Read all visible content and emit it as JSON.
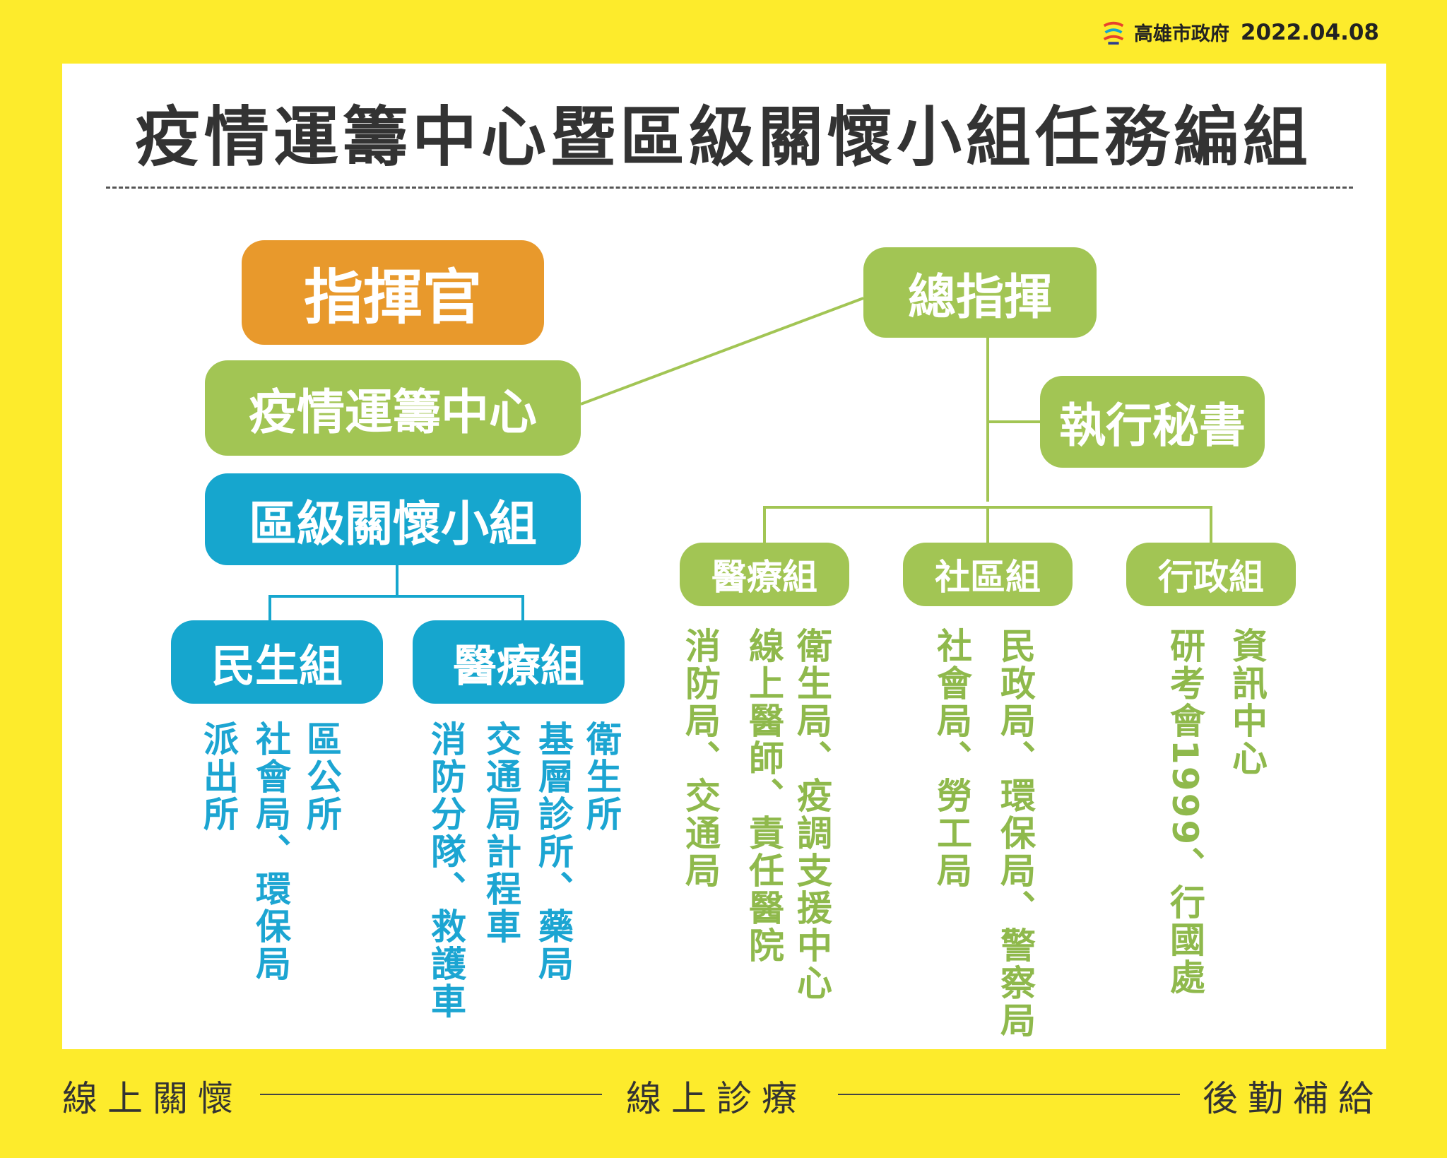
{
  "header": {
    "org": "高雄市政府",
    "date": "2022.04.08"
  },
  "title": "疫情運籌中心暨區級關懷小組任務編組",
  "left": {
    "commander": "指揮官",
    "center": "疫情運籌中心",
    "district": "區級關懷小組",
    "groups": [
      {
        "name": "民生組",
        "columns": [
          "區公所",
          "社會局、環保局",
          "派出所"
        ]
      },
      {
        "name": "醫療組",
        "columns": [
          "衛生所",
          "基層診所、藥局",
          "交通局計程車",
          "消防分隊、救護車"
        ]
      }
    ]
  },
  "right": {
    "chief": "總指揮",
    "secretary": "執行秘書",
    "groups": [
      {
        "name": "醫療組",
        "columns": [
          "衛生局、疫調支援中心",
          "線上醫師、責任醫院",
          "消防局、交通局"
        ]
      },
      {
        "name": "社區組",
        "columns": [
          "民政局、環保局、警察局",
          "社會局、勞工局"
        ]
      },
      {
        "name": "行政組",
        "columns": [
          "資訊中心",
          "研考會1999、行國處"
        ]
      }
    ]
  },
  "footer": [
    "線上關懷",
    "線上診療",
    "後勤補給"
  ],
  "colors": {
    "frame": "#fdeb2c",
    "orange": "#e8992c",
    "green": "#a2c554",
    "blue": "#16a6ce"
  }
}
